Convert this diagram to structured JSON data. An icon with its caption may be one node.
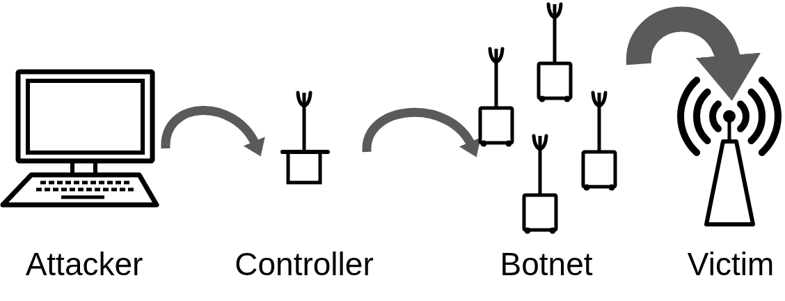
{
  "diagram": {
    "nodes": [
      {
        "text": [
          "Attacker"
        ]
      },
      {
        "text": [
          "Controller"
        ]
      },
      {
        "text": [
          "Botnet"
        ]
      },
      {
        "text": [
          "Victim"
        ]
      }
    ],
    "edges": [
      {
        "from": 0,
        "to": 1,
        "arrow": "to"
      },
      {
        "from": 1,
        "to": 2,
        "arrow": "to"
      },
      {
        "from": 2,
        "to": 3,
        "arrow": "to",
        "style": "thick"
      }
    ]
  }
}
